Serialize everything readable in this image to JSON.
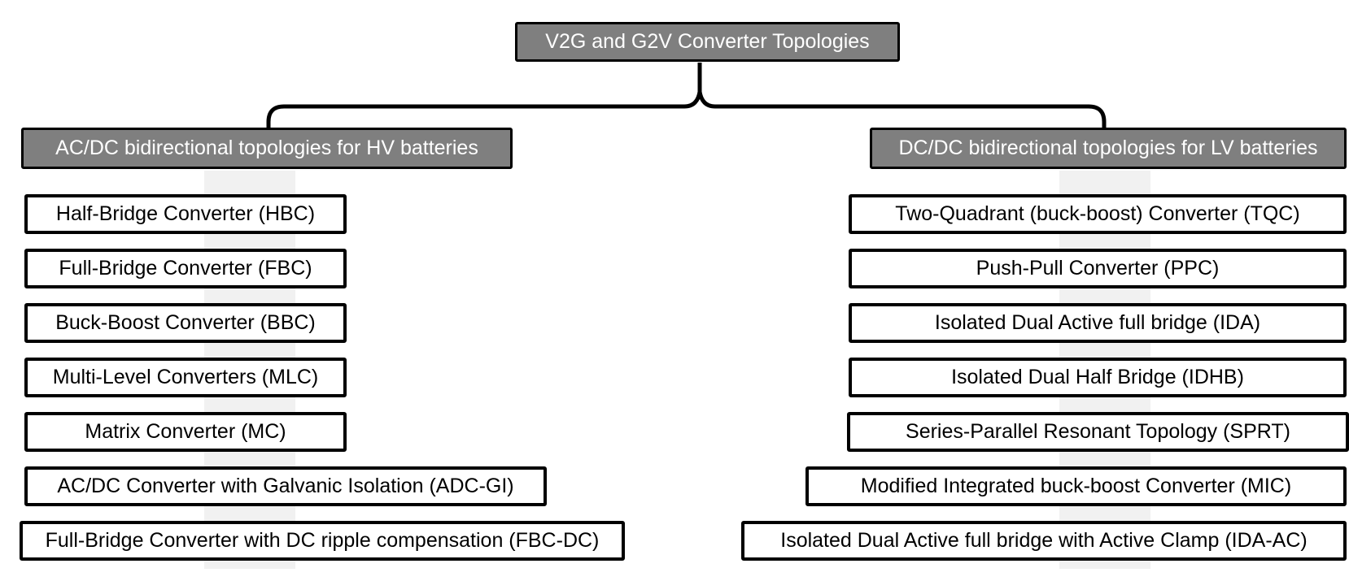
{
  "title": {
    "label": "V2G and G2V Converter Topologies"
  },
  "branches": [
    {
      "header": "AC/DC bidirectional topologies for HV batteries",
      "items": [
        "Half-Bridge Converter (HBC)",
        "Full-Bridge Converter (FBC)",
        "Buck-Boost Converter (BBC)",
        "Multi-Level Converters (MLC)",
        "Matrix Converter (MC)",
        "AC/DC Converter with Galvanic Isolation (ADC-GI)",
        "Full-Bridge Converter with DC ripple compensation (FBC-DC)"
      ]
    },
    {
      "header": "DC/DC bidirectional topologies for LV batteries",
      "items": [
        "Two-Quadrant (buck-boost) Converter (TQC)",
        "Push-Pull Converter (PPC)",
        "Isolated Dual Active full bridge (IDA)",
        "Isolated Dual Half Bridge (IDHB)",
        "Series-Parallel Resonant Topology (SPRT)",
        "Modified Integrated buck-boost Converter (MIC)",
        "Isolated Dual Active full bridge with Active Clamp (IDA-AC)"
      ]
    }
  ],
  "colors": {
    "node_header_bg": "#7f7f7f",
    "node_header_text": "#ffffff",
    "node_bg": "#ffffff",
    "node_border": "#000000",
    "node_text": "#000000",
    "background_stripe": "#f1f1f1",
    "connector": "#000000"
  }
}
